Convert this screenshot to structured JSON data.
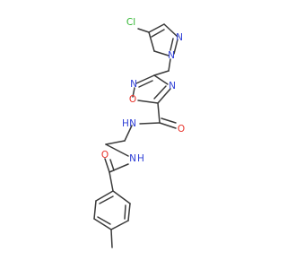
{
  "colors": {
    "bond": "#3a3a3a",
    "carbon": "#3a3a3a",
    "nitrogen": "#2e3fd6",
    "oxygen": "#e8322a",
    "chlorine": "#2fb52f"
  },
  "atoms": {
    "cl": "Cl",
    "n_pz2": "N",
    "n_pz1": "N",
    "n_ox4": "N",
    "o_ox1": "O",
    "n_ox2": "N",
    "o_amide1": "O",
    "nh_amide1": "N",
    "h_amide1": "H",
    "nh_amide2": "N",
    "h_amide2": "H",
    "o_amide2": "O"
  }
}
